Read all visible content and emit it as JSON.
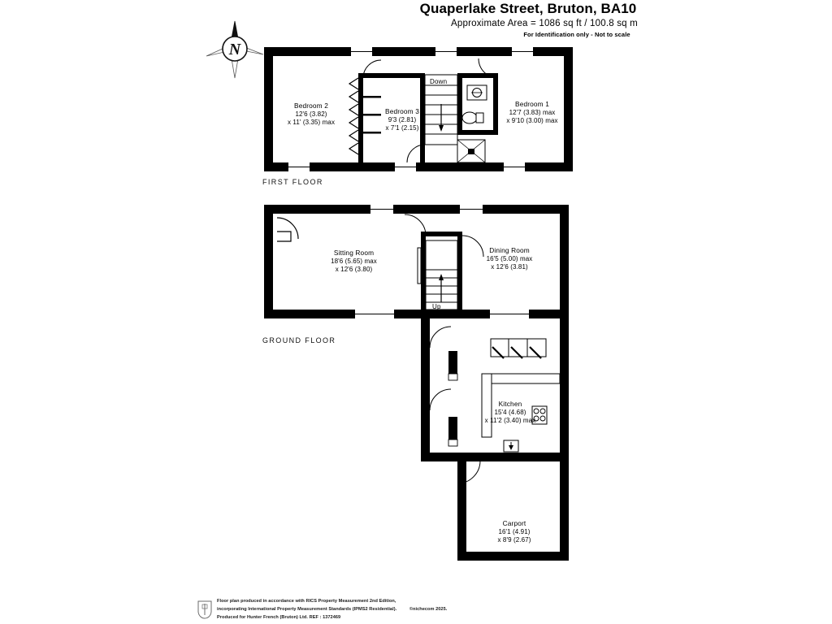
{
  "header": {
    "title": "Quaperlake Street, Bruton, BA10",
    "area": "Approximate Area = 1086 sq ft / 100.8 sq m",
    "disclaimer": "For Identification only - Not to scale"
  },
  "compass": {
    "north_label": "N",
    "name": "compass-rose"
  },
  "floors": [
    {
      "id": "first",
      "caption": "FIRST FLOOR"
    },
    {
      "id": "ground",
      "caption": "GROUND FLOOR"
    }
  ],
  "rooms": [
    {
      "id": "bedroom-2",
      "name": "Bedroom 2",
      "dim_line1": "12'6 (3.82)",
      "dim_line2": "x 11' (3.35) max",
      "floor": "first"
    },
    {
      "id": "bedroom-3",
      "name": "Bedroom 3",
      "dim_line1": "9'3 (2.81)",
      "dim_line2": "x 7'1 (2.15)",
      "floor": "first"
    },
    {
      "id": "bedroom-1",
      "name": "Bedroom 1",
      "dim_line1": "12'7 (3.83) max",
      "dim_line2": "x 9'10 (3.00) max",
      "floor": "first"
    },
    {
      "id": "sitting-room",
      "name": "Sitting Room",
      "dim_line1": "18'6 (5.65) max",
      "dim_line2": "x 12'6 (3.80)",
      "floor": "ground"
    },
    {
      "id": "dining-room",
      "name": "Dining Room",
      "dim_line1": "16'5 (5.00) max",
      "dim_line2": "x 12'6 (3.81)",
      "floor": "ground"
    },
    {
      "id": "kitchen",
      "name": "Kitchen",
      "dim_line1": "15'4 (4.68)",
      "dim_line2": "x 11'2 (3.40) max",
      "floor": "ground"
    },
    {
      "id": "carport",
      "name": "Carport",
      "dim_line1": "16'1 (4.91)",
      "dim_line2": "x 8'9 (2.67)",
      "floor": "ground"
    }
  ],
  "stairs": {
    "first_floor_label": "Down",
    "ground_floor_label": "Up"
  },
  "footer": {
    "line1": "Floor plan produced in accordance with RICS Property Measurement 2nd Edition,",
    "line2": "incorporating International Property Measurement Standards (IPMS2 Residential).",
    "copyright": "©nichecom 2025.",
    "line3": "Produced for Hunter French (Bruton) Ltd.   REF : 1372469"
  },
  "colors": {
    "wall": "#000000",
    "background": "#ffffff",
    "text": "#000000",
    "thin_line": "#1a1a1a"
  }
}
